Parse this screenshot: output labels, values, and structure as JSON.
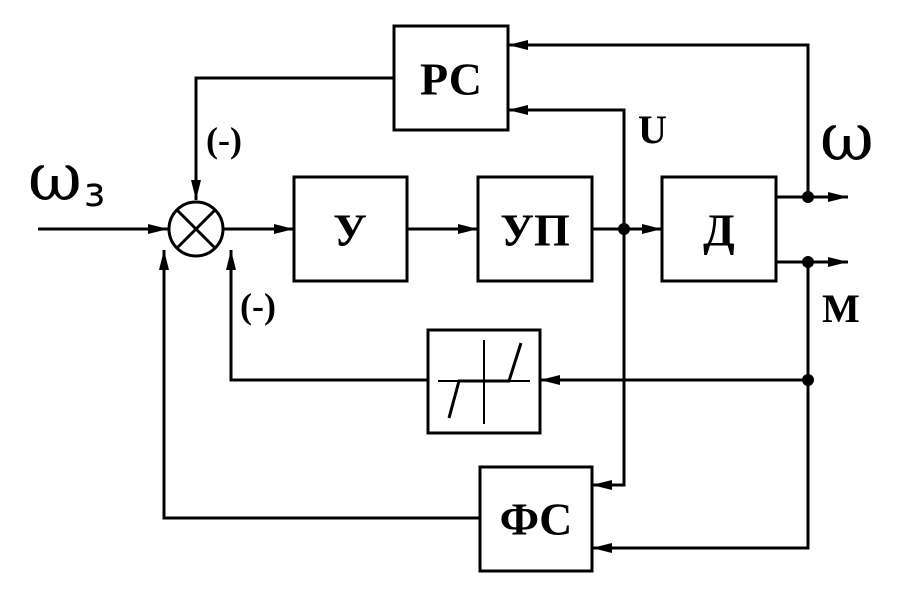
{
  "blocks": {
    "rs": "РС",
    "amplifier": "У",
    "converter": "УП",
    "motor": "Д",
    "fs": "ФС"
  },
  "signals": {
    "setpoint_symbol": "ω",
    "setpoint_subscript": "з",
    "speed": "ω",
    "voltage": "U",
    "torque": "M"
  },
  "signs": {
    "rs_feedback": "(-)",
    "current_feedback": "(-)"
  }
}
